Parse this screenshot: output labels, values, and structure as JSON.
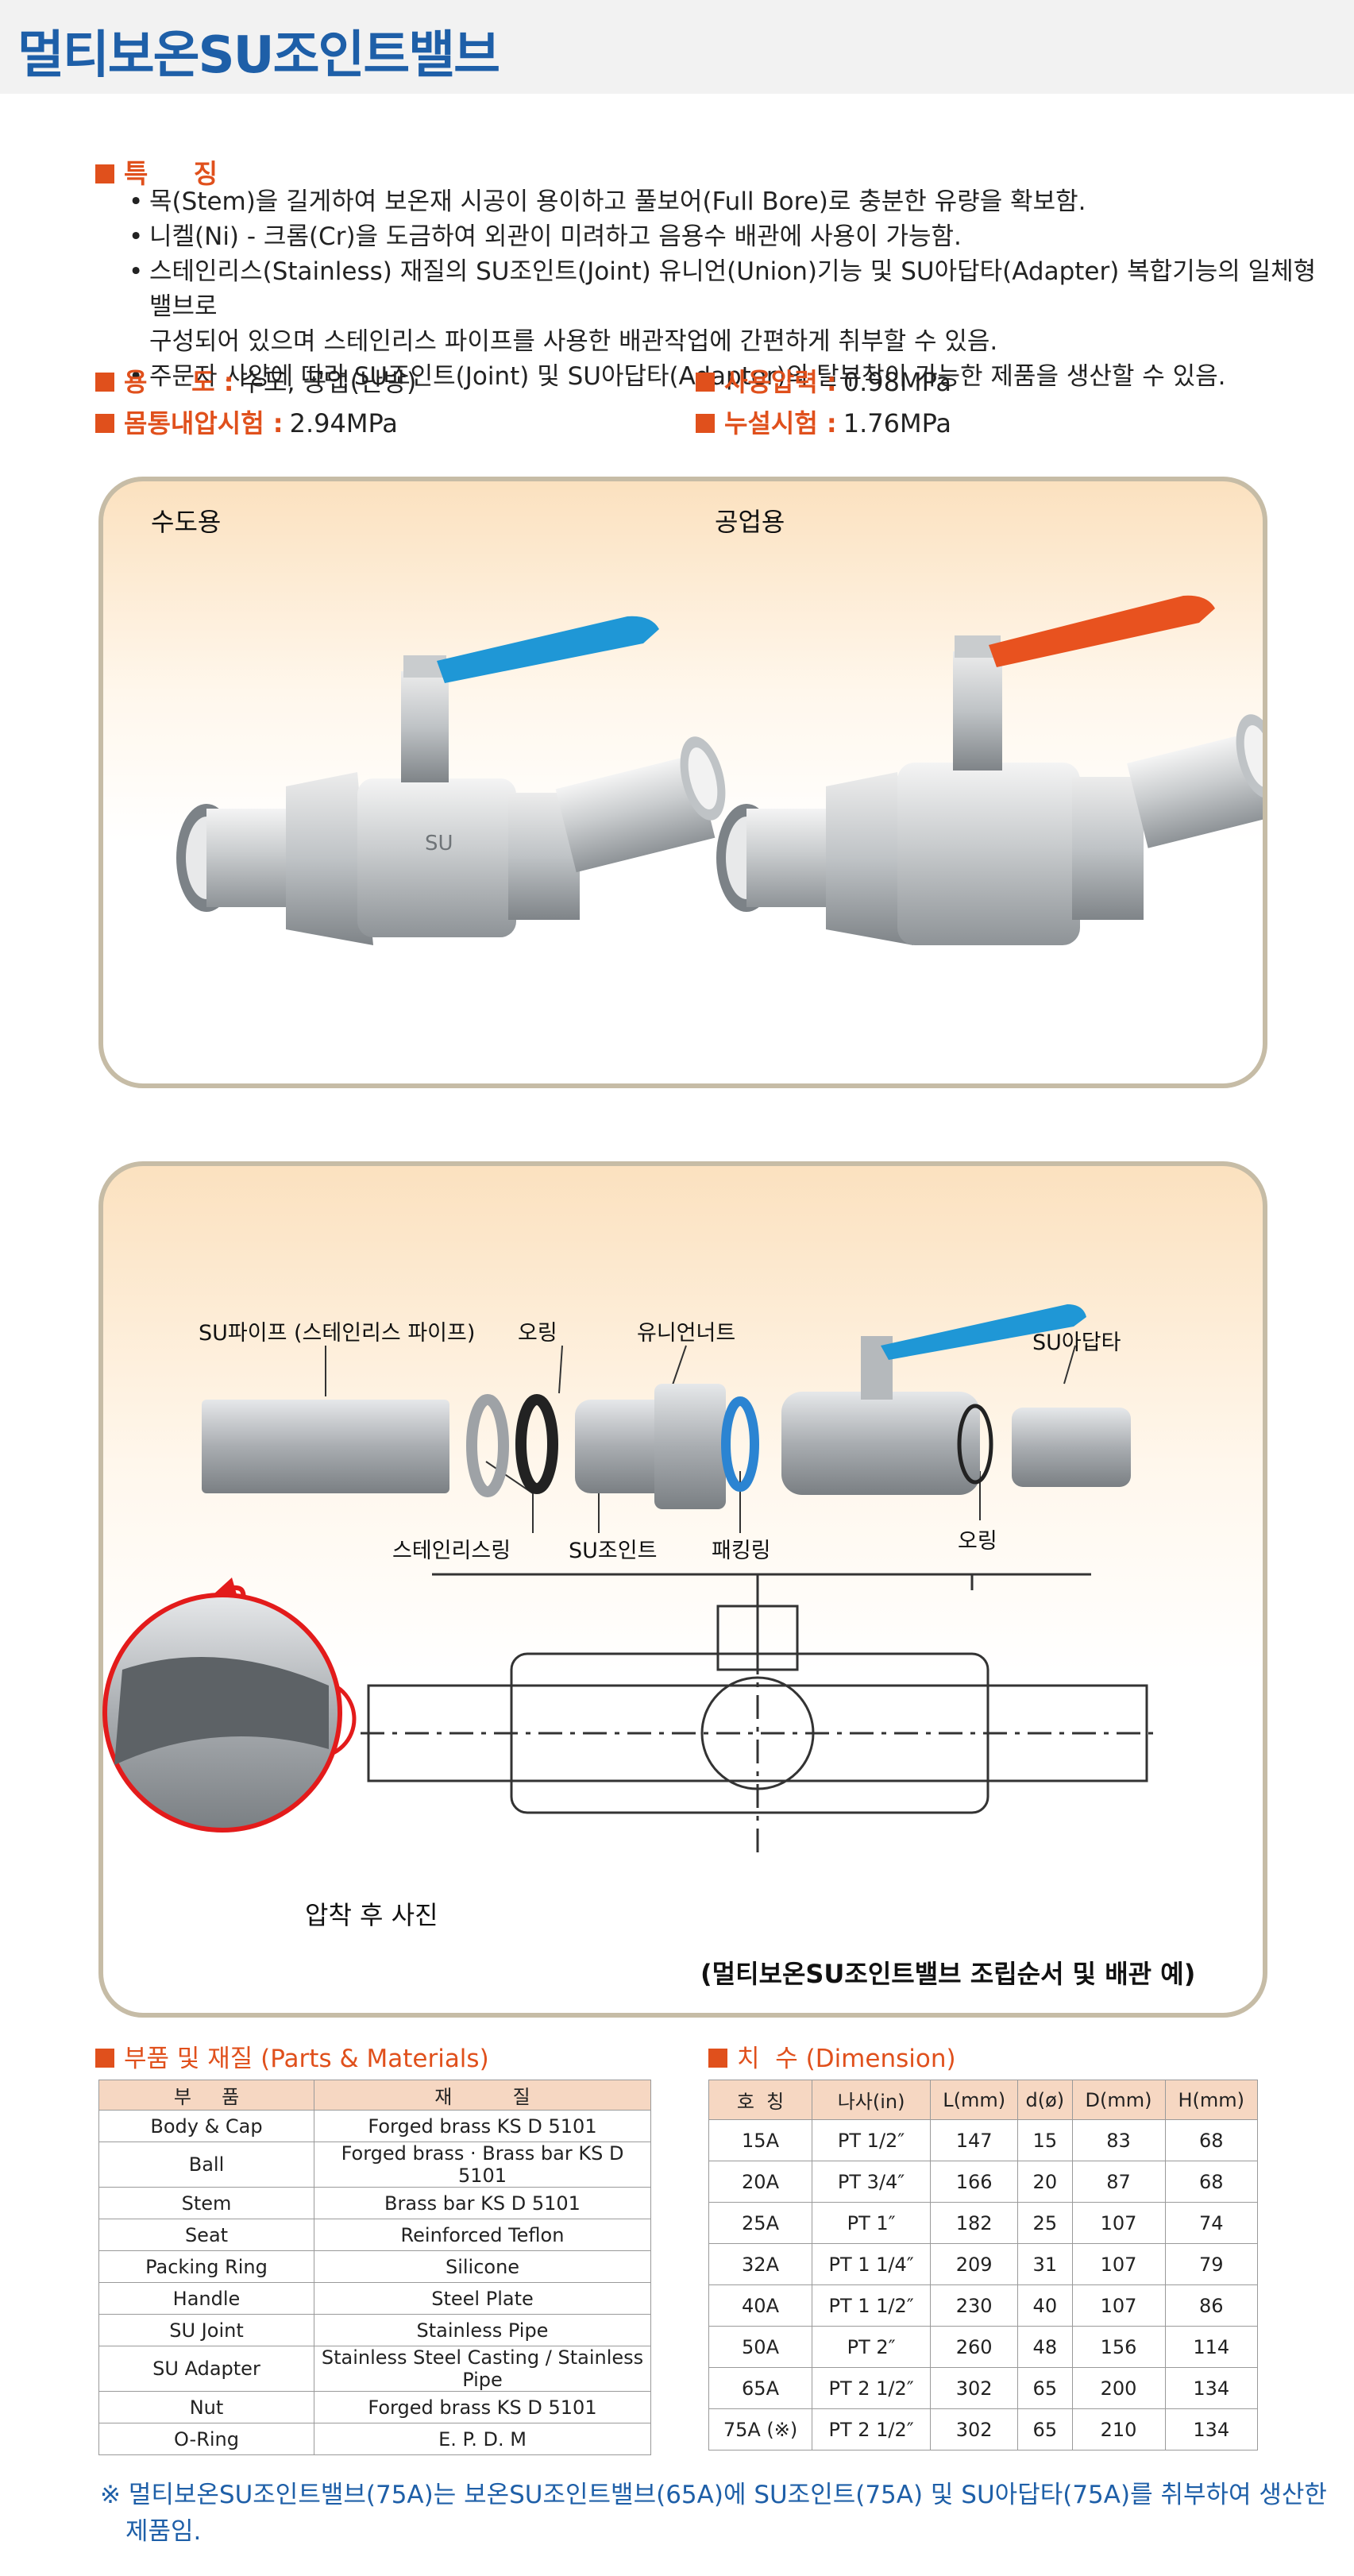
{
  "title": "멀티보온SU조인트밸브",
  "features": {
    "heading": "특     징",
    "items": [
      "목(Stem)을 길게하여 보온재 시공이 용이하고 풀보어(Full Bore)로 충분한 유량을 확보함.",
      "니켈(Ni) - 크롬(Cr)을 도금하여 외관이 미려하고 음용수 배관에 사용이 가능함.",
      "스테인리스(Stainless) 재질의 SU조인트(Joint) 유니언(Union)기능 및 SU아답타(Adapter) 복합기능의 일체형 밸브로",
      "구성되어 있으며 스테인리스 파이프를 사용한 배관작업에 간편하게 취부할 수 있음.",
      "주문자 사양에 따라 SU조인트(Joint)  및 SU아답타(Adapter)의 탈부착이 가능한 제품을 생산할 수 있음."
    ]
  },
  "specs": {
    "usage_label": "용     도 :",
    "usage_value": "수도, 공업(난방)",
    "pressure_label": "사용압력 :",
    "pressure_value": "0.98MPa",
    "body_test_label": "몸통내압시험 :",
    "body_test_value": "2.94MPa",
    "leak_test_label": "누설시험 :",
    "leak_test_value": "1.76MPa"
  },
  "product_panel": {
    "label_water": "수도용",
    "label_industrial": "공업용",
    "valve_text": "SU"
  },
  "assembly": {
    "su_pipe": "SU파이프 (스테인리스 파이프)",
    "oring_top": "오링",
    "union_nut": "유니언너트",
    "su_adapter": "SU아답타",
    "stainless_ring": "스테인리스링",
    "su_joint": "SU조인트",
    "packing_ring": "패킹링",
    "oring_bottom": "오링",
    "photo_caption": "압착 후 사진",
    "assembly_caption": "(멀티보온SU조인트밸브 조립순서 및 배관 예)"
  },
  "parts": {
    "heading": "부품 및 재질 (Parts & Materials)",
    "headers": [
      "부     품",
      "재          질"
    ],
    "rows": [
      [
        "Body & Cap",
        "Forged brass KS D 5101"
      ],
      [
        "Ball",
        "Forged brass  ·  Brass bar KS D 5101"
      ],
      [
        "Stem",
        "Brass bar KS D 5101"
      ],
      [
        "Seat",
        "Reinforced Teflon"
      ],
      [
        "Packing Ring",
        "Silicone"
      ],
      [
        "Handle",
        "Steel Plate"
      ],
      [
        "SU Joint",
        "Stainless Pipe"
      ],
      [
        "SU Adapter",
        "Stainless Steel Casting / Stainless Pipe"
      ],
      [
        "Nut",
        "Forged brass KS D 5101"
      ],
      [
        "O-Ring",
        "E. P. D. M"
      ]
    ]
  },
  "dimension": {
    "heading": "치  수 (Dimension)",
    "headers": [
      "호  칭",
      "나사(in)",
      "L(mm)",
      "d(ø)",
      "D(mm)",
      "H(mm)"
    ],
    "rows": [
      [
        "15A",
        "PT 1/2″",
        "147",
        "15",
        "83",
        "68"
      ],
      [
        "20A",
        "PT 3/4″",
        "166",
        "20",
        "87",
        "68"
      ],
      [
        "25A",
        "PT 1″",
        "182",
        "25",
        "107",
        "74"
      ],
      [
        "32A",
        "PT 1 1/4″",
        "209",
        "31",
        "107",
        "79"
      ],
      [
        "40A",
        "PT 1 1/2″",
        "230",
        "40",
        "107",
        "86"
      ],
      [
        "50A",
        "PT 2″",
        "260",
        "48",
        "156",
        "114"
      ],
      [
        "65A",
        "PT 2 1/2″",
        "302",
        "65",
        "200",
        "134"
      ],
      [
        "75A (※)",
        "PT 2 1/2″",
        "302",
        "65",
        "210",
        "134"
      ]
    ]
  },
  "footnote": {
    "line1": "※ 멀티보온SU조인트밸브(75A)는 보온SU조인트밸브(65A)에 SU조인트(75A) 및 SU아답타(75A)를 취부하여 생산한",
    "line2": "제품임."
  },
  "colors": {
    "accent": "#e0501c",
    "title_blue": "#1e5fa8",
    "handle_blue": "#1f97d6",
    "handle_red": "#e8521f",
    "panel_border": "#c6bca6",
    "table_header": "#f6d7c2"
  }
}
